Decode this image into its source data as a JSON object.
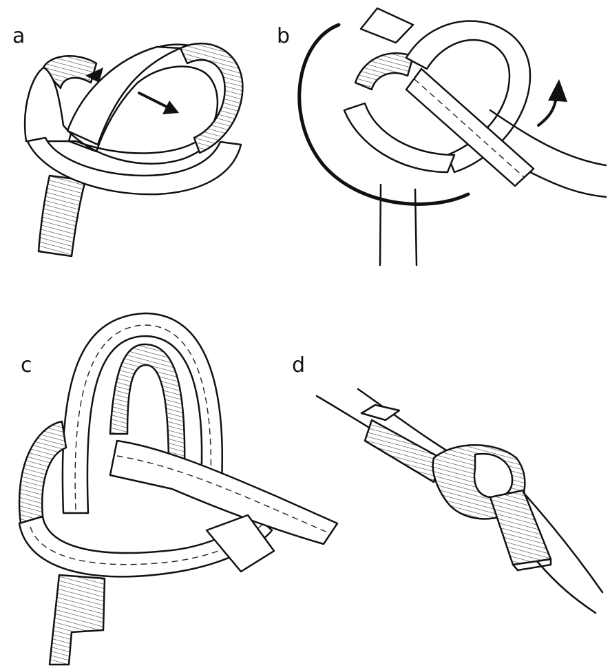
{
  "diagram": {
    "panels": [
      {
        "id": "a",
        "label": "a"
      },
      {
        "id": "b",
        "label": "b"
      },
      {
        "id": "c",
        "label": "c"
      },
      {
        "id": "d",
        "label": "d"
      }
    ],
    "colors": {
      "ink": "#111111",
      "paper": "#ffffff"
    }
  }
}
